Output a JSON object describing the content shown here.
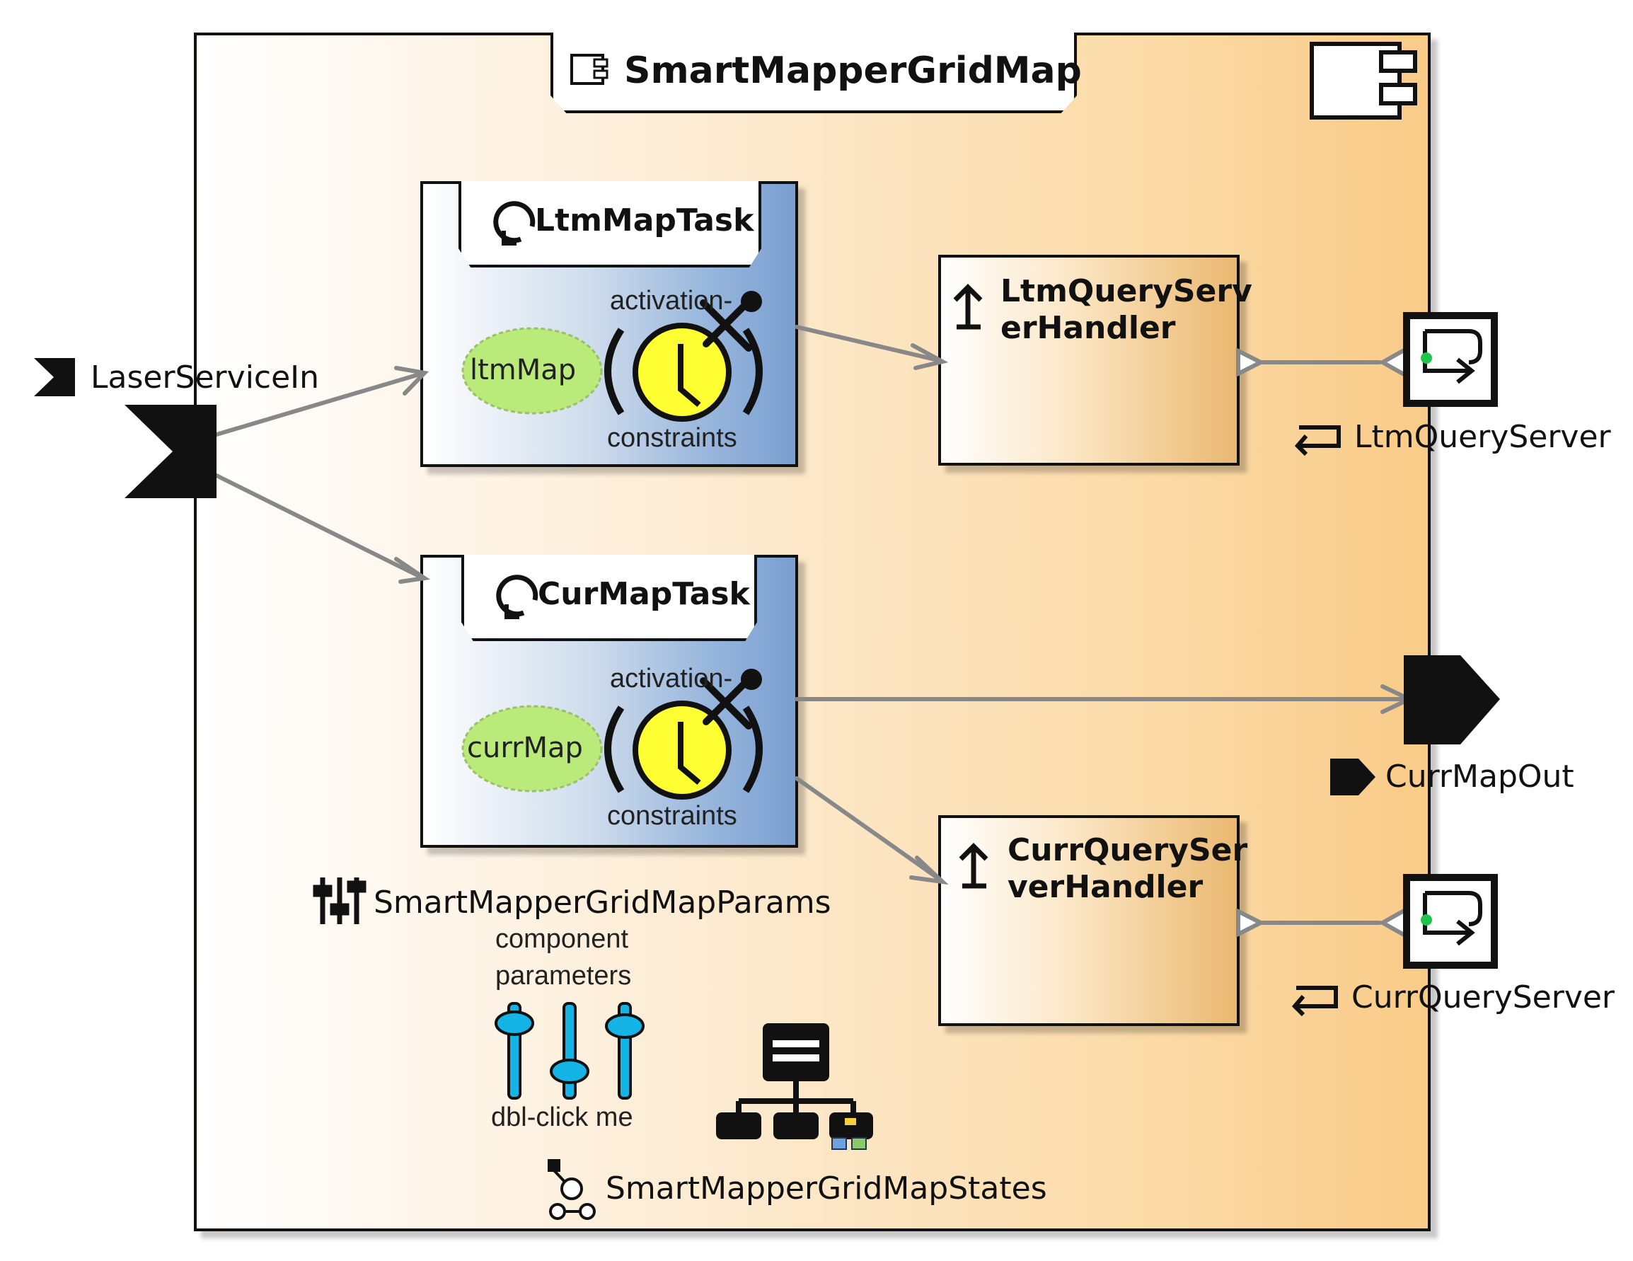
{
  "component": {
    "title": "SmartMapperGridMap"
  },
  "tasks": [
    {
      "name": "LtmMapTask",
      "ellipse": "ltmMap",
      "activation": "activation-",
      "constraints": "constraints"
    },
    {
      "name": "CurMapTask",
      "ellipse": "currMap",
      "activation": "activation-",
      "constraints": "constraints"
    }
  ],
  "handlers": [
    {
      "name_line1": "LtmQueryServ",
      "name_line2": "erHandler"
    },
    {
      "name_line1": "CurrQuerySer",
      "name_line2": "verHandler"
    }
  ],
  "ports": {
    "laser_in": "LaserServiceIn",
    "ltm_query": "LtmQueryServer",
    "curr_out": "CurrMapOut",
    "curr_query": "CurrQueryServer"
  },
  "params": {
    "name": "SmartMapperGridMapParams",
    "line1": "component",
    "line2": "parameters",
    "hint": "dbl-click me"
  },
  "states": {
    "name": "SmartMapperGridMapStates"
  },
  "colors": {
    "component_fill": "#f9cb88",
    "task_fill": "#7a9fd0",
    "ellipse_fill": "#b9ea7a",
    "clock_fill": "#ffff33",
    "slider_fill": "#14b4e6",
    "connector": "#888888"
  },
  "icons": [
    "component-icon",
    "task-loop-icon",
    "clock-icon",
    "wrench-icon",
    "upload-arrow-icon",
    "query-server-icon",
    "slider-icon",
    "hierarchy-icon",
    "state-machine-icon"
  ]
}
